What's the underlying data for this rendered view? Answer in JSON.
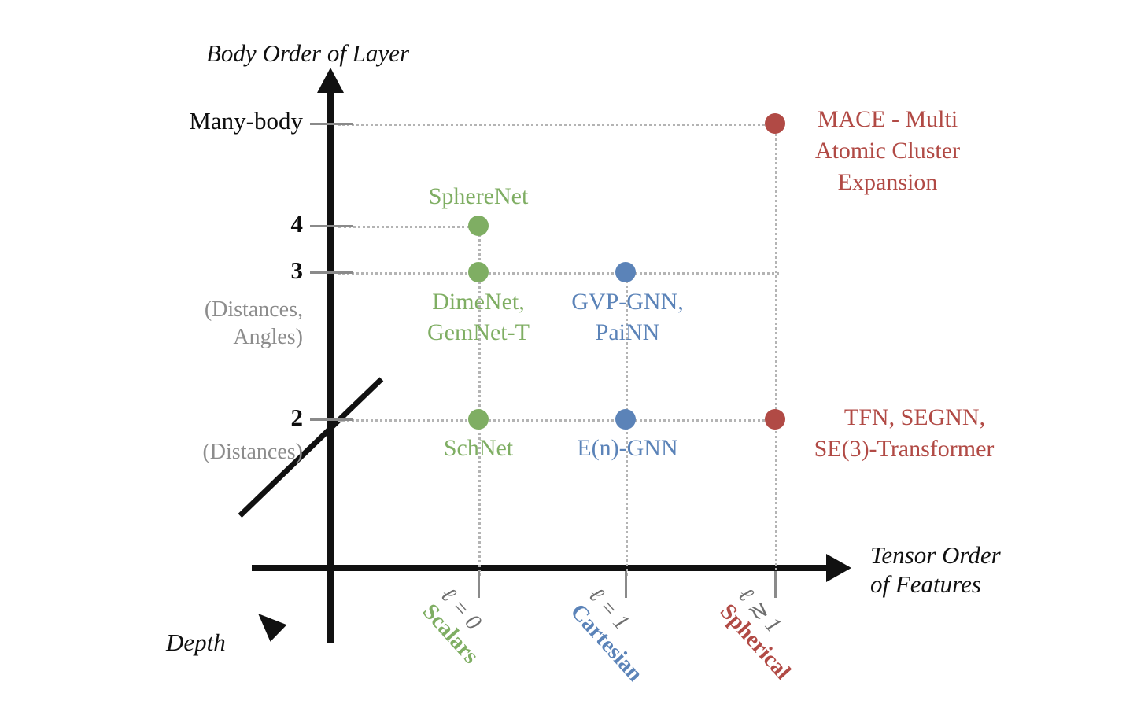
{
  "figure": {
    "y_axis_title": "Body Order of Layer",
    "x_axis_title_line1": "Tensor Order",
    "x_axis_title_line2": "of Features",
    "depth_axis_title": "Depth"
  },
  "y_axis": {
    "ticks": [
      {
        "label": "Many-body",
        "sub": "",
        "sub2": ""
      },
      {
        "label": "4",
        "sub": "",
        "sub2": ""
      },
      {
        "label": "3",
        "sub": "(Distances,",
        "sub2": "Angles)"
      },
      {
        "label": "2",
        "sub": "(Distances)",
        "sub2": ""
      }
    ]
  },
  "x_axis": {
    "categories": [
      {
        "value": "ℓ = 0",
        "name": "Scalars",
        "color": "#7fae63"
      },
      {
        "value": "ℓ = 1",
        "name": "Cartesian",
        "color": "#5b83b8"
      },
      {
        "value": "ℓ ≳ 1",
        "name": "Spherical",
        "color": "#b14a45"
      }
    ]
  },
  "points": {
    "spherenet": {
      "label": "SphereNet"
    },
    "dimenet_l1": {
      "label": "DimeNet,"
    },
    "dimenet_l2": {
      "label": "GemNet-T"
    },
    "gvp_l1": {
      "label": "GVP-GNN,"
    },
    "gvp_l2": {
      "label": "PaiNN"
    },
    "schnet": {
      "label": "SchNet"
    },
    "egnn": {
      "label": "E(n)-GNN"
    },
    "mace_l1": {
      "label": "MACE - Multi"
    },
    "mace_l2": {
      "label": "Atomic Cluster"
    },
    "mace_l3": {
      "label": "Expansion"
    },
    "tfn_l1": {
      "label": "TFN, SEGNN,"
    },
    "tfn_l2": {
      "label": "SE(3)-Transformer"
    }
  },
  "chart_data": {
    "type": "scatter",
    "title": "",
    "xlabel": "Tensor Order of Features",
    "ylabel": "Body Order of Layer",
    "zlabel": "Depth",
    "x_categories": [
      "ℓ = 0 (Scalars)",
      "ℓ = 1 (Cartesian)",
      "ℓ ≳ 1 (Spherical)"
    ],
    "y_categories": [
      "2 (Distances)",
      "3 (Distances, Angles)",
      "4",
      "Many-body"
    ],
    "grid": true,
    "legend": "none",
    "series": [
      {
        "name": "Scalars",
        "color": "#7fae63",
        "points": [
          {
            "x": "ℓ = 0",
            "y": "4",
            "models": [
              "SphereNet"
            ]
          },
          {
            "x": "ℓ = 0",
            "y": "3",
            "models": [
              "DimeNet",
              "GemNet-T"
            ]
          },
          {
            "x": "ℓ = 0",
            "y": "2",
            "models": [
              "SchNet"
            ]
          }
        ]
      },
      {
        "name": "Cartesian",
        "color": "#5b83b8",
        "points": [
          {
            "x": "ℓ = 1",
            "y": "3",
            "models": [
              "GVP-GNN",
              "PaiNN"
            ]
          },
          {
            "x": "ℓ = 1",
            "y": "2",
            "models": [
              "E(n)-GNN"
            ]
          }
        ]
      },
      {
        "name": "Spherical",
        "color": "#b14a45",
        "points": [
          {
            "x": "ℓ ≳ 1",
            "y": "Many-body",
            "models": [
              "MACE - Multi Atomic Cluster Expansion"
            ]
          },
          {
            "x": "ℓ ≳ 1",
            "y": "2",
            "models": [
              "TFN",
              "SEGNN",
              "SE(3)-Transformer"
            ]
          }
        ]
      }
    ]
  }
}
